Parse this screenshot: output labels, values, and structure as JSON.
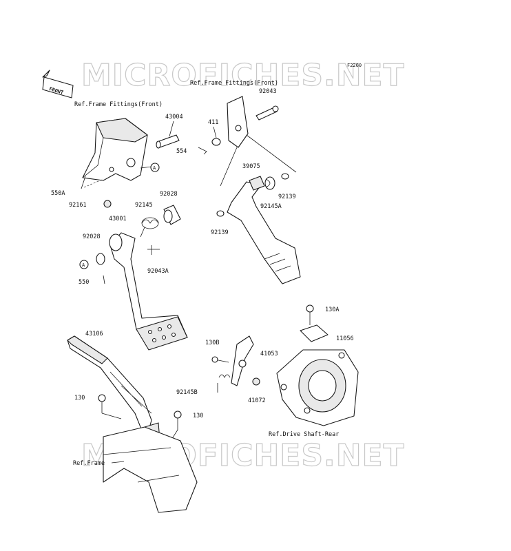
{
  "diagram_code": "F2260",
  "watermark": {
    "text": "MICROFICHES.NET",
    "color": "#c8c8c8"
  },
  "front_arrow": {
    "text": "FRONT"
  },
  "ref_labels": {
    "frame_fittings_front_left": "Ref.Frame Fittings(Front)",
    "frame_fittings_front_right": "Ref.Frame Fittings(Front)",
    "drive_shaft_rear": "Ref.Drive Shaft-Rear",
    "frame": "Ref.Frame"
  },
  "callout_marker": "A",
  "parts": [
    {
      "id": "43004",
      "label": "43004"
    },
    {
      "id": "554",
      "label": "554"
    },
    {
      "id": "411",
      "label": "411"
    },
    {
      "id": "92043",
      "label": "92043"
    },
    {
      "id": "39075",
      "label": "39075"
    },
    {
      "id": "92139-a",
      "label": "92139"
    },
    {
      "id": "92145A",
      "label": "92145A"
    },
    {
      "id": "92139-b",
      "label": "92139"
    },
    {
      "id": "550A",
      "label": "550A"
    },
    {
      "id": "92161",
      "label": "92161"
    },
    {
      "id": "92028-a",
      "label": "92028"
    },
    {
      "id": "92145",
      "label": "92145"
    },
    {
      "id": "43001",
      "label": "43001"
    },
    {
      "id": "92028-b",
      "label": "92028"
    },
    {
      "id": "92043A",
      "label": "92043A"
    },
    {
      "id": "550",
      "label": "550"
    },
    {
      "id": "130A",
      "label": "130A"
    },
    {
      "id": "11056",
      "label": "11056"
    },
    {
      "id": "43106",
      "label": "43106"
    },
    {
      "id": "130B",
      "label": "130B"
    },
    {
      "id": "41053",
      "label": "41053"
    },
    {
      "id": "92145B",
      "label": "92145B"
    },
    {
      "id": "41072",
      "label": "41072"
    },
    {
      "id": "130-a",
      "label": "130"
    },
    {
      "id": "130-b",
      "label": "130"
    }
  ]
}
